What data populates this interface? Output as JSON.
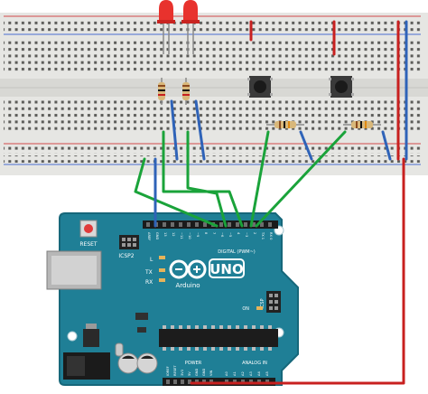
{
  "arduino": {
    "reset_label": "RESET",
    "icsp2_label": "ICSP2",
    "icsp_label": "ICSP",
    "brand": "Arduino",
    "model": "UNO",
    "led_labels": [
      "L",
      "TX",
      "RX"
    ],
    "on_label": "ON",
    "digital_label": "DIGITAL (PWM~)",
    "power_label": "POWER",
    "analog_label": "ANALOG IN",
    "top_pins": [
      "AREF",
      "GND",
      "13",
      "12",
      "~11",
      "~10",
      "~9",
      "8",
      "7",
      "~6",
      "~5",
      "4",
      "~3",
      "2",
      "TX 1",
      "RX 0"
    ],
    "bottom_pins": [
      "IOREF",
      "RESET",
      "3V3",
      "5V",
      "GND",
      "GND",
      "VIN",
      "A0",
      "A1",
      "A2",
      "A3",
      "A4",
      "A5"
    ]
  },
  "colors": {
    "board": "#1f7f96",
    "board_edge": "#16677a",
    "breadboard": "#e7e7e4",
    "wire_green": "#1aa33a",
    "wire_blue": "#2f63b8",
    "wire_red": "#c8201f",
    "led": "#e8322d"
  },
  "icons": [
    "led-red",
    "resistor",
    "pushbutton",
    "usb-connector",
    "power-jack",
    "capacitor",
    "ic-chip"
  ]
}
